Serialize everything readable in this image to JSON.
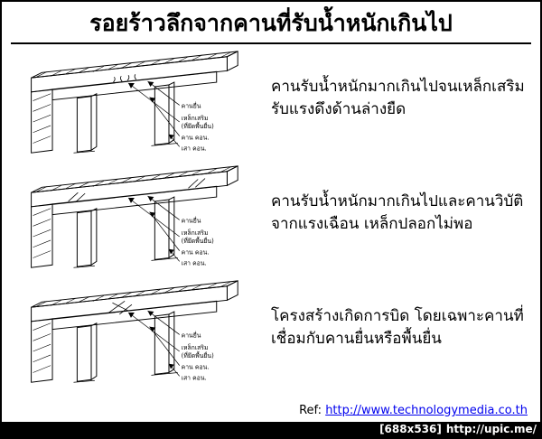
{
  "page": {
    "title": "รอยร้าวลึกจากคานที่รับน้ำหนักเกินไป"
  },
  "rows": [
    {
      "desc1": "คานรับน้ำหนักมากเกินไปจนเหล็กเสริม",
      "desc2": "รับแรงดึงด้านล่างยืด",
      "labels": [
        "คานยื่น",
        "เหล็กเสริม",
        "(ที่ยึดพื้นยื่น)",
        "คาน คอน.",
        "เสา คอน."
      ]
    },
    {
      "desc1": "คานรับน้ำหนักมากเกินไปและคานวิบัติ",
      "desc2": "จากแรงเฉือน เหล็กปลอกไม่พอ",
      "labels": [
        "คานยื่น",
        "เหล็กเสริม",
        "(ที่ยึดพื้นยื่น)",
        "คาน คอน.",
        "เสา คอน."
      ]
    },
    {
      "desc1": "โครงสร้างเกิดการบิด โดยเฉพาะคานที่",
      "desc2": "เชื่อมกับคานยื่นหรือพื้นยื่น",
      "labels": [
        "คานยื่น",
        "เหล็กเสริม",
        "(ที่ยึดพื้นยื่น)",
        "คาน คอน.",
        "เสา คอน."
      ]
    }
  ],
  "footer": {
    "ref_label": "Ref: ",
    "ref_url": "http://www.technologymedia.co.th",
    "watermark_size": "[688x536]",
    "watermark_url": "http://upic.me/"
  },
  "colors": {
    "background": "#ffffff",
    "line_art": "#000000",
    "link": "#0000ee",
    "watermark_bg": "#000000",
    "watermark_text": "#ffffff"
  }
}
